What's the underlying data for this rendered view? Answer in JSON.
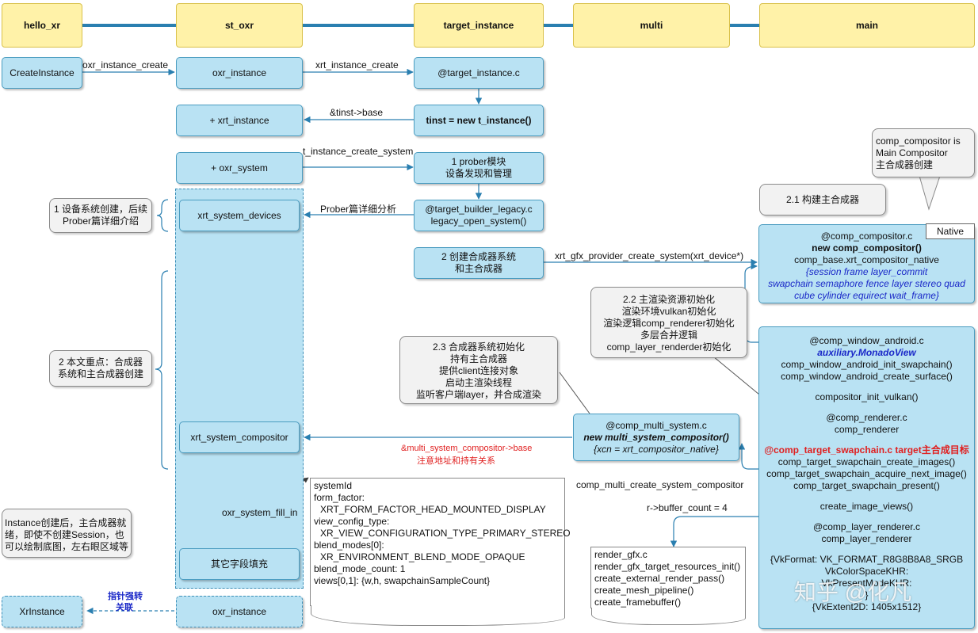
{
  "lanes": [
    "hello_xr",
    "st_oxr",
    "target_instance",
    "multi",
    "main"
  ],
  "boxes": {
    "create_instance": "CreateInstance",
    "oxr_instance": "oxr_instance",
    "target_instance_c": "@target_instance.c",
    "xrt_instance": "+ xrt_instance",
    "tinst_new": "tinst = new t_instance()",
    "oxr_system": "+ oxr_system",
    "prober_l1": "1 prober模块",
    "prober_l2": "设备发现和管理",
    "xrt_system_devices": "xrt_system_devices",
    "legacy_l1": "@target_builder_legacy.c",
    "legacy_l2": "legacy_open_system()",
    "compsys_l1": "2 创建合成器系统",
    "compsys_l2": "和主合成器",
    "xrt_system_compositor": "xrt_system_compositor",
    "other_fields": "其它字段填充",
    "xr_instance": "XrInstance",
    "oxr_instance2": "oxr_instance"
  },
  "comp_compositor": {
    "l1": "@comp_compositor.c",
    "l2": "new comp_compositor()",
    "l3": "comp_base.xrt_compositor_native",
    "l4": "{session frame layer_commit",
    "l5": "swapchain semaphore fence layer stereo quad",
    "l6": "cube cylinder equirect wait_frame}",
    "tag": "Native"
  },
  "multi_system": {
    "l1": "@comp_multi_system.c",
    "l2": "new multi_system_compositor()",
    "l3": "{xcn = xrt_compositor_native}"
  },
  "main_box": [
    "@comp_window_android.c",
    "auxiliary.MonadoView",
    "comp_window_android_init_swapchain()",
    "comp_window_android_create_surface()",
    "compositor_init_vulkan()",
    "@comp_renderer.c",
    "comp_renderer",
    "@comp_target_swapchain.c target主合成目标",
    "comp_target_swapchain_create_images()",
    "comp_target_swapchain_acquire_next_image()",
    "comp_target_swapchain_present()",
    "create_image_views()",
    "@comp_layer_renderer.c",
    "comp_layer_renderer",
    "{VkFormat: VK_FORMAT_R8G8B8A8_SRGB",
    "VkColorSpaceKHR:",
    "VkPresentModeKHR:",
    "}",
    "{VkExtent2D: 1405x1512}"
  ],
  "system_doc": [
    "systemId",
    "form_factor:",
    "  XRT_FORM_FACTOR_HEAD_MOUNTED_DISPLAY",
    "view_config_type:",
    "  XR_VIEW_CONFIGURATION_TYPE_PRIMARY_STEREO",
    "blend_modes[0]:",
    "  XR_ENVIRONMENT_BLEND_MODE_OPAQUE",
    "blend_mode_count: 1",
    "views[0,1]: {w,h, swapchainSampleCount}"
  ],
  "render_doc": [
    "render_gfx.c",
    "render_gfx_target_resources_init()",
    "create_external_render_pass()",
    "create_mesh_pipeline()",
    "create_framebuffer()"
  ],
  "callouts": {
    "comp_is": [
      "comp_compositor is",
      "Main Compositor",
      "主合成器创建"
    ],
    "build_main": "2.1 构建主合成器",
    "render_init": [
      "2.2 主渲染资源初始化",
      "渲染环境vulkan初始化",
      "渲染逻辑comp_renderer初始化",
      "多层合并逻辑",
      "comp_layer_renderder初始化"
    ],
    "compsys_init": [
      "2.3 合成器系统初始化",
      "持有主合成器",
      "提供client连接对象",
      "启动主渲染线程",
      "监听客户端layer，并合成渲染"
    ],
    "device_note": [
      "1 设备系统创建，后续",
      "Prober篇详细介绍"
    ],
    "focus_note": [
      "2 本文重点：合成器",
      "系统和主合成器创建"
    ],
    "instance_note": [
      "Instance创建后，主合成器就",
      "绪，即使不创建Session，也",
      "可以绘制底图，左右眼区域等"
    ]
  },
  "labels": {
    "oxr_instance_create": "oxr_instance_create",
    "xrt_instance_create": "xrt_instance_create",
    "tinst_base": "&tinst->base",
    "t_instance_create_system": "t_instance_create_system",
    "prober_detail": "Prober篇详细分析",
    "gfx_provider": "xrt_gfx_provider_create_system(xrt_device*)",
    "multi_base": "&multi_system_compositor->base",
    "multi_base_note": "注意地址和持有关系",
    "comp_multi_create": "comp_multi_create_system_compositor",
    "oxr_fill_in": "oxr_system_fill_in",
    "buffer_count": "r->buffer_count = 4",
    "ptr_cast": "指针强转",
    "ptr_link": "关联"
  },
  "watermark": "知乎 @化凡"
}
